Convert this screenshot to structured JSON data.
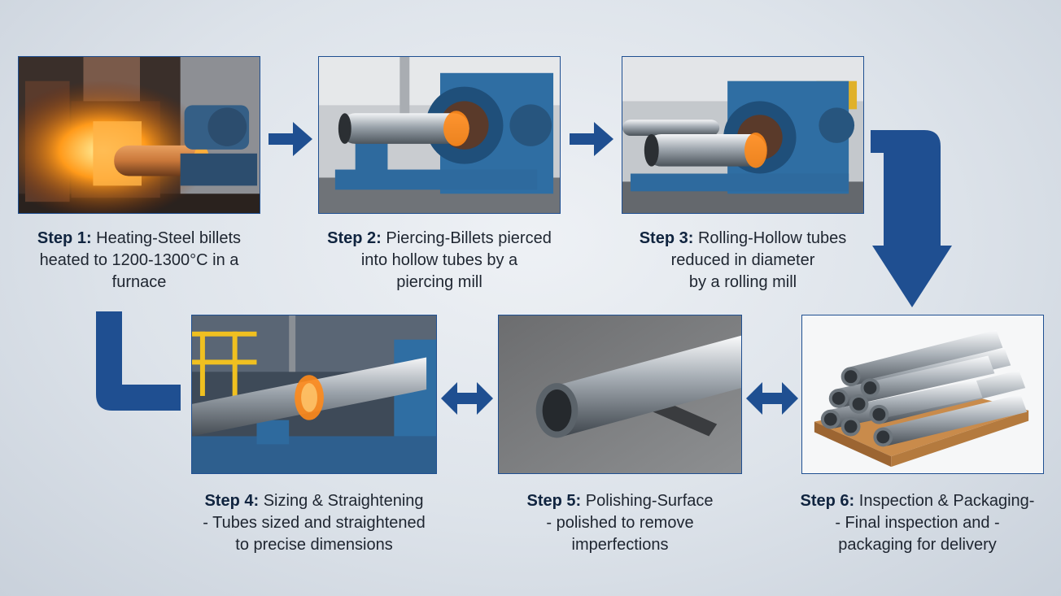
{
  "steps": [
    {
      "label": "Step 1:",
      "title": "Heating",
      "lines": [
        "Steel billets",
        "heated to 1200-1300°C in a",
        "furnace"
      ],
      "image": "furnace-heating-photo"
    },
    {
      "label": "Step 2:",
      "title": "Piercing",
      "lines": [
        "Billets pierced",
        "into hollow tubes by a",
        "piercing mill"
      ],
      "image": "piercing-mill-photo"
    },
    {
      "label": "Step 3:",
      "title": "Rolling",
      "lines": [
        "Hollow tubes",
        "reduced in diameter",
        "by a rolling mill"
      ],
      "image": "rolling-mill-photo"
    },
    {
      "label": "Step 4:",
      "title": "Sizing & Straightening",
      "lines": [
        "- Tubes sized and straightened",
        "to precise dimensions"
      ],
      "image": "sizing-straightening-photo"
    },
    {
      "label": "Step 5:",
      "title": "Polishing",
      "lines": [
        "Surface",
        "- polished to remove",
        "imperfections"
      ],
      "image": "polished-tube-photo"
    },
    {
      "label": "Step 6:",
      "title": "Inspection & Packaging",
      "lines": [
        "-",
        "- Final inspection and -",
        "packaging for delivery"
      ],
      "image": "packaged-tubes-photo"
    }
  ],
  "colors": {
    "accent": "#1f4f91",
    "background": "#dde3ea",
    "text": "#1e2530"
  }
}
